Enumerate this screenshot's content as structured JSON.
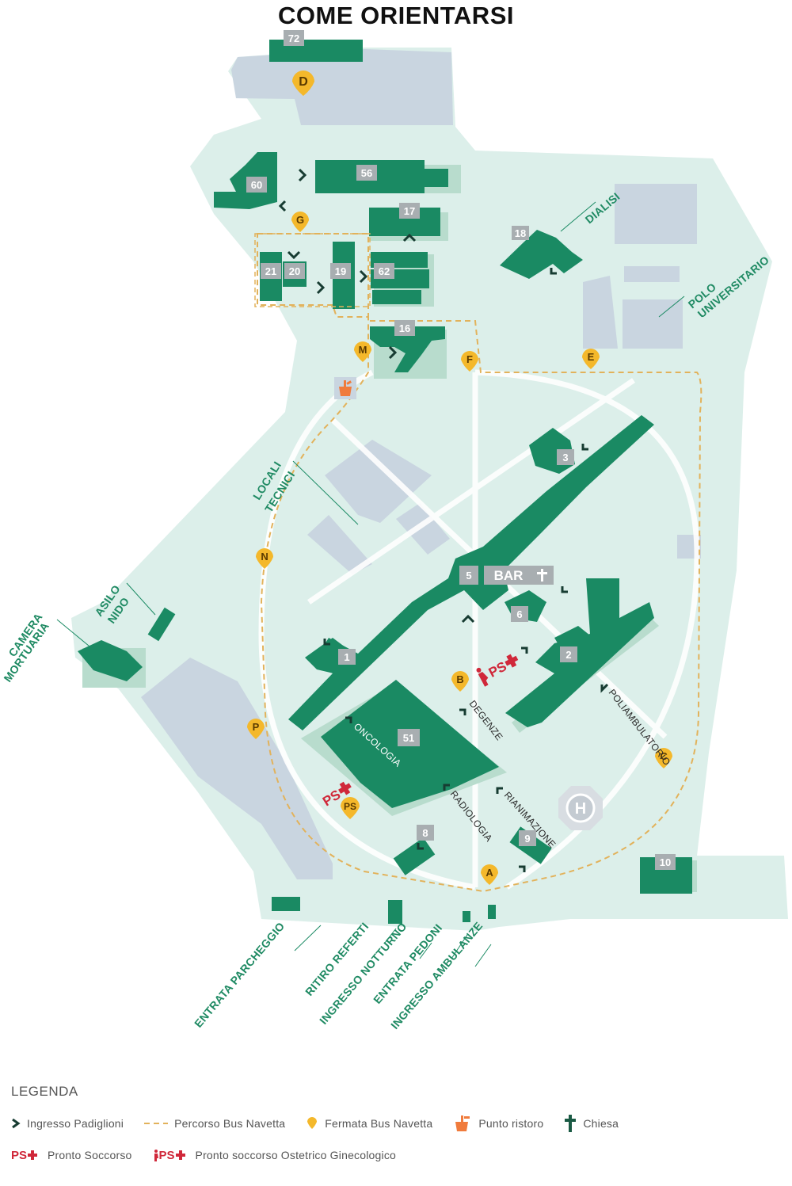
{
  "title": "COME ORIENTARSI",
  "colors": {
    "building": "#1a8a63",
    "building_shadow": "#b8dccd",
    "ground": "#dcefea",
    "technical": "#c7d3df",
    "shuttle_path": "#e2b25b",
    "stop": "#f4b82b",
    "badge": "#a8aeb1",
    "ps_red": "#d0283a",
    "ristoro": "#f07b3c"
  },
  "buildings": [
    "72",
    "56",
    "60",
    "17",
    "18",
    "21",
    "20",
    "19",
    "62",
    "16",
    "3",
    "5",
    "6",
    "1",
    "2",
    "51",
    "8",
    "9",
    "10"
  ],
  "bar_label": "BAR",
  "stops": [
    "D",
    "G",
    "M",
    "F",
    "E",
    "N",
    "B",
    "P",
    "C",
    "PS",
    "A"
  ],
  "zones": {
    "dialisi": "DIALISI",
    "polo_1": "POLO",
    "polo_2": "UNIVERSITARIO",
    "locali_1": "LOCALI",
    "locali_2": "TECNICI",
    "asilo_1": "ASILO",
    "asilo_2": "NIDO",
    "camera_1": "CAMERA",
    "camera_2": "MORTUARIA"
  },
  "wards": {
    "oncologia": "ONCOLOGIA",
    "degenze": "DEGENZE",
    "poliambulatorio": "POLIAMBULATORIO",
    "radiologia": "RADIOLOGIA",
    "rianimazione": "RIANIMAZIONE"
  },
  "ps_label": "PS",
  "entrances": {
    "parcheggio": "ENTRATA PARCHEGGIO",
    "referti": "RITIRO REFERTI",
    "notturno": "INGRESSO NOTTURNO",
    "pedoni": "ENTRATA PEDONI",
    "ambulanze": "INGRESSO AMBULANZE"
  },
  "helipad_label": "H",
  "legend": {
    "title": "LEGENDA",
    "ingresso": "Ingresso Padiglioni",
    "percorso": "Percorso Bus Navetta",
    "fermata": "Fermata Bus Navetta",
    "ristoro": "Punto ristoro",
    "chiesa": "Chiesa",
    "ps_symbol": "PS",
    "pronto_soccorso": "Pronto Soccorso",
    "ps_oste_symbol": "PS",
    "pronto_ostetrico": "Pronto soccorso Ostetrico Ginecologico"
  }
}
